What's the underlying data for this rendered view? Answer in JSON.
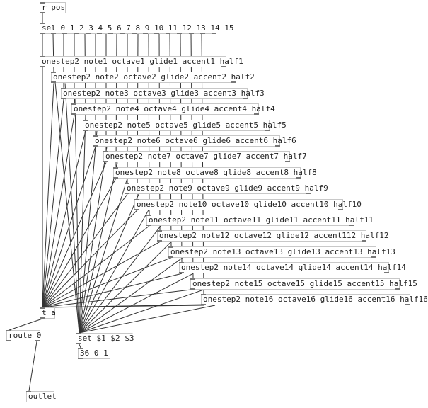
{
  "patch": {
    "r_pos": "r pos",
    "sel": "sel 0 1 2 3 4 5 6 7 8 9 10 11 12 13 14 15",
    "onestep_objects": [
      "onestep2 note1 octave1 glide1 accent1 half1",
      "onestep2 note2 octave2 glide2 accent2 half2",
      "onestep2 note3 octave3 glide3 accent3 half3",
      "onestep2 note4 octave4 glide4 accent4 half4",
      "onestep2 note5 octave5 glide5 accent5 half5",
      "onestep2 note6 octave6 glide6 accent6 half6",
      "onestep2 note7 octave7 glide7 accent7 half7",
      "onestep2 note8 octave8 glide8 accent8 half8",
      "onestep2 note9 octave9 glide9 accent9 half9",
      "onestep2 note10 octave10 glide10 accent10 half10",
      "onestep2 note11 octave11 glide11 accent11 half11",
      "onestep2 note12 octave12 glide12 accent112 half12",
      "onestep2 note13 octave13 glide13 accent13 half13",
      "onestep2 note14 octave14 glide14 accent14 half14",
      "onestep2 note15 octave15 glide15 accent15 half15",
      "onestep2 note16 octave16 glide16 accent16 half16"
    ],
    "t_a": "t a",
    "route": "route 0",
    "set_msg": "set $1 $2 $3",
    "list_value": "36 0 1",
    "outlet": "outlet"
  },
  "colors": {
    "wire": "#333333",
    "box_border": "#c8c8c8",
    "port": "#777777"
  }
}
